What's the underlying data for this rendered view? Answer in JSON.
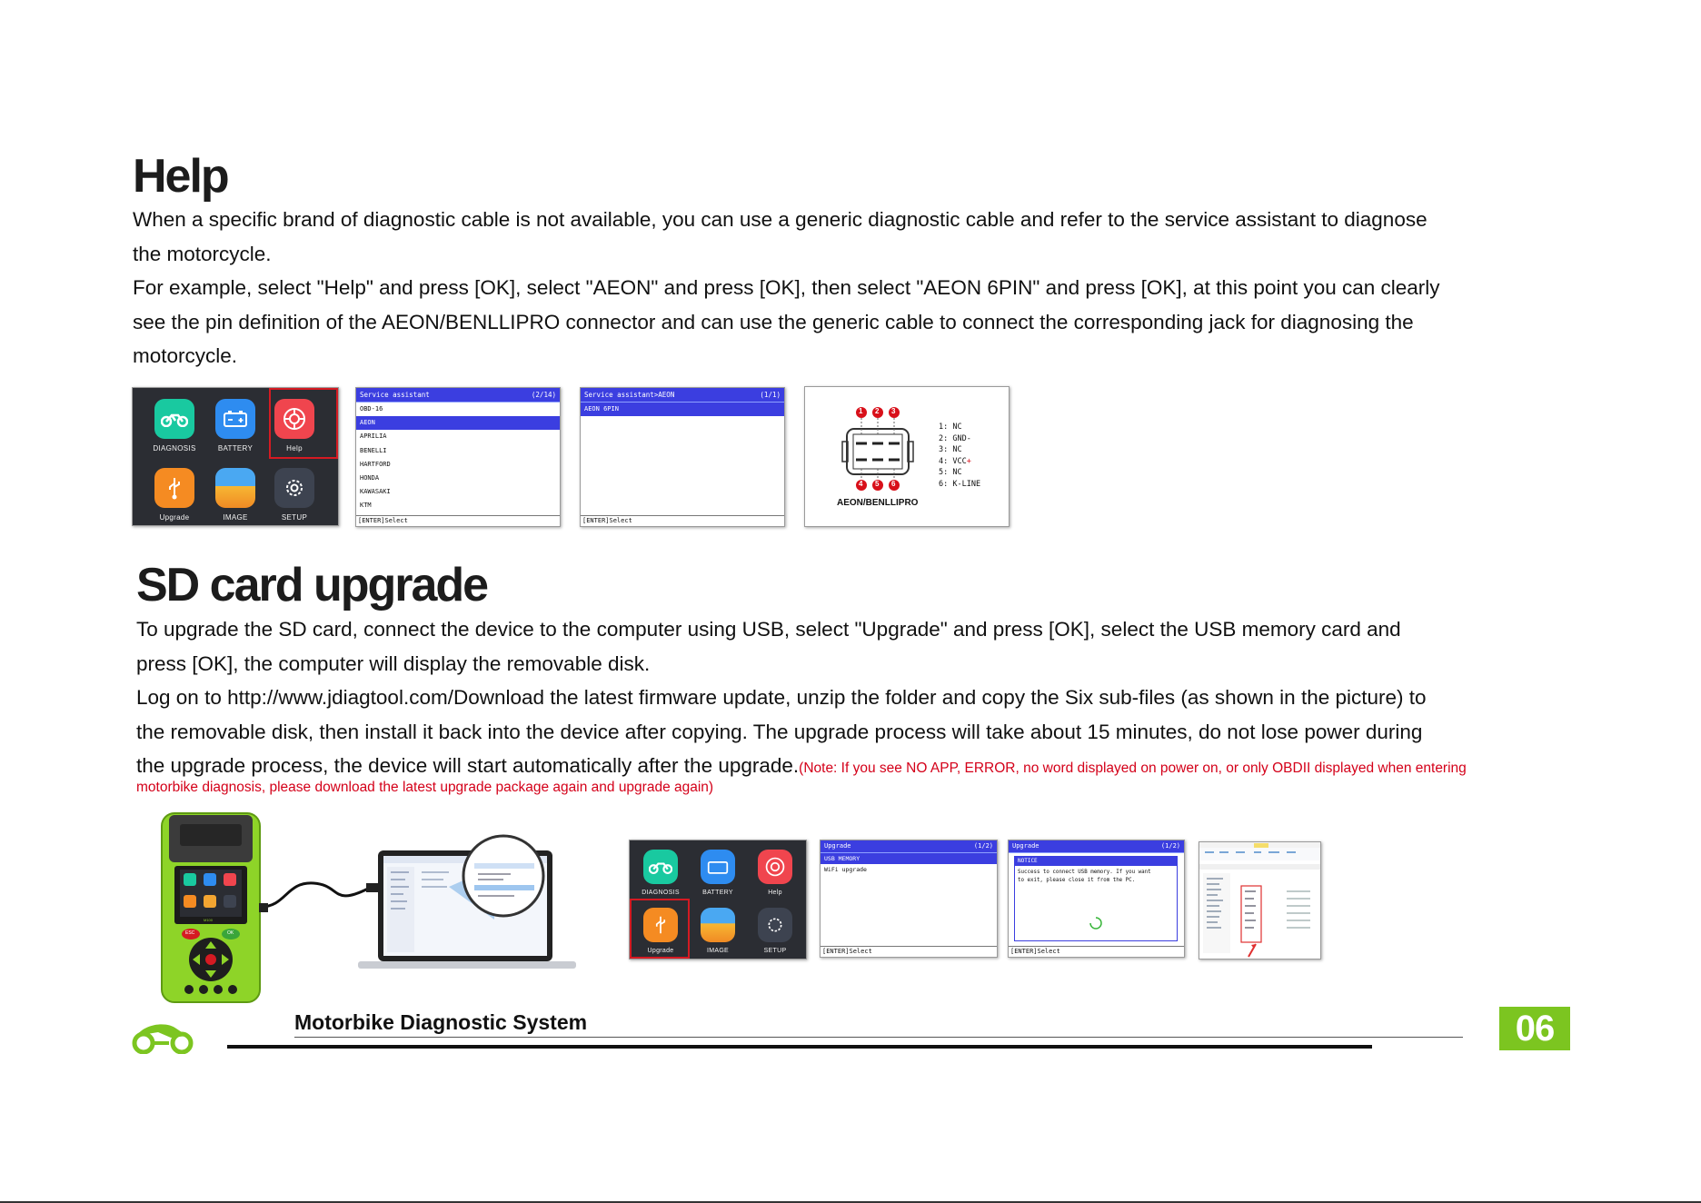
{
  "help": {
    "title": "Help",
    "p1_line1": "When a specific brand of diagnostic cable is not available, you can use a generic diagnostic cable and refer to the service assistant to diagnose",
    "p1_line2": "the motorcycle.",
    "p2_line1": "For example, select \"Help\" and press [OK], select \"AEON\" and press [OK], then select \"AEON 6PIN\" and press [OK], at this point you can clearly",
    "p2_line2": "see the pin definition of the AEON/BENLLIPRO connector and can use the generic cable to connect the corresponding jack for diagnosing the",
    "p2_line3": "motorcycle."
  },
  "main_menu": {
    "apps": [
      {
        "label": "DIAGNOSIS",
        "color": "#19c9a0",
        "icon": "motorbike-icon"
      },
      {
        "label": "BATTERY",
        "color": "#2e8cf0",
        "icon": "battery-icon"
      },
      {
        "label": "Help",
        "color": "#f0454e",
        "icon": "help-lifebuoy-icon"
      },
      {
        "label": "Upgrade",
        "color": "#f58b22",
        "icon": "usb-icon"
      },
      {
        "label": "IMAGE",
        "color": "#f3a531",
        "icon": "image-icon"
      },
      {
        "label": "SETUP",
        "color": "#3d4350",
        "icon": "gear-icon"
      }
    ]
  },
  "service_list": {
    "title": "Service assistant",
    "page": "(2/14)",
    "items": [
      "OBD-16",
      "AEON",
      "APRILIA",
      "BENELLI",
      "HARTFORD",
      "HONDA",
      "KAWASAKI",
      "KTM"
    ],
    "selected_index": 1,
    "footer": "[ENTER]Select"
  },
  "aeon_list": {
    "title": "Service assistant>AEON",
    "page": "(1/1)",
    "items": [
      "AEON 6PIN"
    ],
    "footer": "[ENTER]Select"
  },
  "connector": {
    "top_pins": [
      "1",
      "2",
      "3"
    ],
    "bottom_pins": [
      "4",
      "5",
      "6"
    ],
    "name": "AEON/BENLLIPRO",
    "pin_defs": [
      "1:  NC",
      "2:  GND-",
      "3:  NC",
      "4:  VCC",
      "5:  NC",
      "6:  K-LINE"
    ],
    "vcc_plus": "+"
  },
  "sd": {
    "title": "SD card upgrade",
    "l1": "To upgrade the SD card, connect the device to the computer using USB, select \"Upgrade\" and press [OK], select the USB memory card and",
    "l2": "press [OK], the computer will display the removable disk.",
    "l3": "Log on to http://www.jdiagtool.com/Download the latest firmware update, unzip the folder and copy the Six sub-files (as shown in the picture) to",
    "l4": "the removable disk, then install it back into the device after copying. The upgrade process will take about 15 minutes, do not lose power during",
    "l5": "the upgrade process, the device will start automatically after the upgrade.",
    "note1": "(Note: If you see NO APP, ERROR, no word displayed on power on, or only OBDII displayed when entering",
    "note2": "motorbike diagnosis, please download the latest upgrade package again and upgrade again)"
  },
  "upgrade_list": {
    "title": "Upgrade",
    "page": "(1/2)",
    "items": [
      "USB MEMORY",
      "WiFi upgrade"
    ],
    "footer": "[ENTER]Select"
  },
  "notice": {
    "title": "Upgrade",
    "page": "(1/2)",
    "box_title": "NOTICE",
    "msg1": "Success to connect USB memory. If you want",
    "msg2": "to exit, please close it from the PC.",
    "footer": "[ENTER]Select"
  },
  "device": {
    "model": "M100",
    "esc": "ESC",
    "ok": "OK"
  },
  "footer": {
    "title": "Motorbike Diagnostic System",
    "page": "06"
  },
  "colors": {
    "accent_green": "#7cc520",
    "highlight_red": "#d51a22",
    "screen_blue": "#3b3ee0",
    "note_red": "#d40019"
  }
}
